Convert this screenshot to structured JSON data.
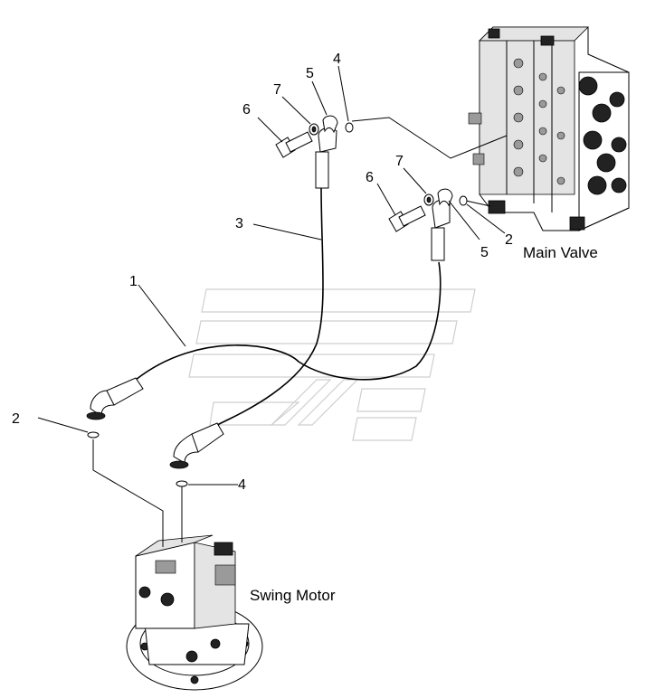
{
  "components": {
    "main_valve": "Main Valve",
    "swing_motor": "Swing Motor"
  },
  "callouts": {
    "hose_1": "1",
    "oring_2_motor": "2",
    "oring_2_valve": "2",
    "hose_3": "3",
    "oring_4_valve": "4",
    "oring_4_motor": "4",
    "flange_5_upper": "5",
    "flange_5_lower": "5",
    "bolt_6_upper": "6",
    "bolt_6_lower": "6",
    "washer_7_upper": "7",
    "washer_7_lower": "7"
  },
  "colors": {
    "line": "#000000",
    "watermark": "#cfcfcf"
  }
}
